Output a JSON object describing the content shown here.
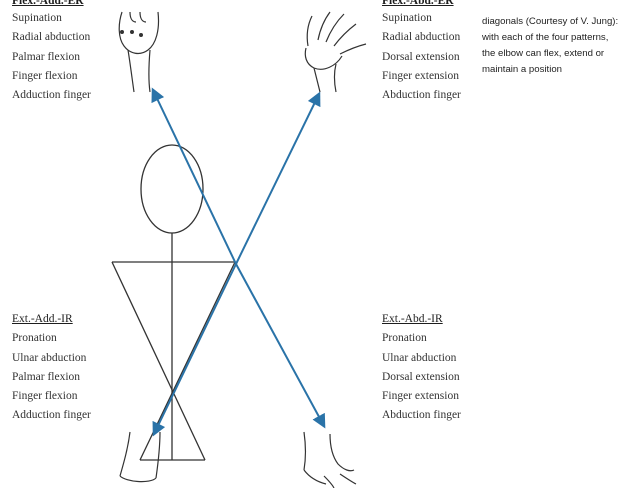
{
  "colors": {
    "arrow": "#2a73a8",
    "line": "#333333",
    "text": "#333333"
  },
  "caption": {
    "lines": [
      "diagonals (Courtesy of V. Jung):",
      "with each of the four patterns,",
      "the elbow can flex, extend or",
      "maintain a position"
    ]
  },
  "patterns": {
    "top_left": {
      "title": "Flex.-Add.-ER",
      "items": [
        "Supination",
        "Radial abduction",
        "Palmar flexion",
        "Finger flexion",
        "Adduction finger"
      ]
    },
    "top_right": {
      "title": "Flex.-Abd.-ER",
      "items": [
        "Supination",
        "Radial abduction",
        "Dorsal extension",
        "Finger extension",
        "Abduction finger"
      ]
    },
    "bottom_left": {
      "title": "Ext.-Add.-IR",
      "items": [
        "Pronation",
        "Ulnar abduction",
        "Palmar flexion",
        "Finger flexion",
        "Adduction finger"
      ]
    },
    "bottom_right": {
      "title": "Ext.-Abd.-IR",
      "items": [
        "Pronation",
        "Ulnar abduction",
        "Dorsal extension",
        "Finger extension",
        "Abduction finger"
      ]
    }
  },
  "icons": {
    "top_left": "fist-hand-icon",
    "top_right": "open-hand-icon",
    "bottom_left": "fist-hand-icon",
    "bottom_right": "open-hand-icon"
  }
}
